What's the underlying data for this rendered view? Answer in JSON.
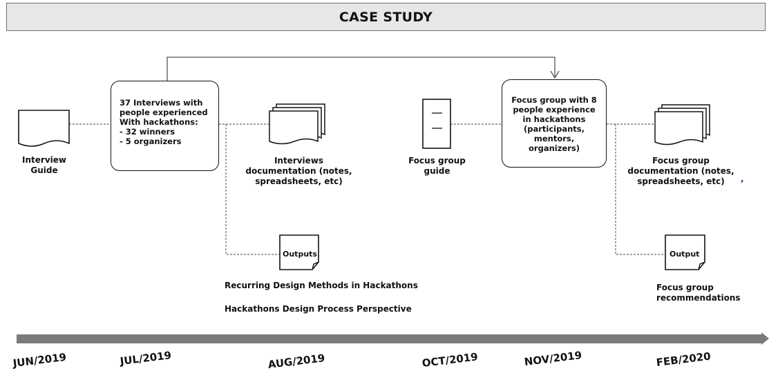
{
  "banner": {
    "title": "CASE STUDY"
  },
  "interview_guide": {
    "label_lines": [
      "Interview",
      "Guide"
    ]
  },
  "interviews_box": {
    "lines": [
      "37 Interviews with",
      "people experienced",
      "With hackathons:",
      "- 32 winners",
      "- 5 organizers"
    ]
  },
  "interviews_docs": {
    "label_lines": [
      "Interviews",
      "documentation (notes,",
      "spreadsheets, etc)"
    ]
  },
  "outputs_doc": {
    "label": "Outputs",
    "results": [
      "Recurring Design Methods in Hackathons",
      "Hackathons Design Process Perspective"
    ]
  },
  "focus_guide": {
    "label_lines": [
      "Focus group",
      "guide"
    ]
  },
  "focus_box": {
    "lines": [
      "Focus group with 8",
      "people experience",
      "in hackathons",
      "(participants,",
      "mentors,",
      "organizers)"
    ]
  },
  "focus_docs": {
    "label_lines": [
      "Focus group",
      "documentation (notes,",
      "spreadsheets, etc)"
    ]
  },
  "output_doc": {
    "label": "Output",
    "result_lines": [
      "Focus group",
      "recommendations"
    ]
  },
  "stray_mark": ",",
  "timeline": {
    "dates": [
      "JUN/2019",
      "JUL/2019",
      "AUG/2019",
      "OCT/2019",
      "NOV/2019",
      "FEB/2020"
    ]
  },
  "colors": {
    "banner_bg": "#e7e7e7",
    "timeline": "#7a7a7a",
    "connector": "#555555"
  }
}
